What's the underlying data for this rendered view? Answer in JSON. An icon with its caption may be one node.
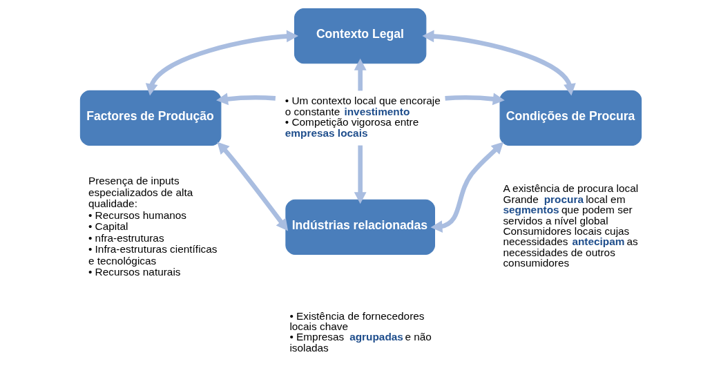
{
  "diagram": {
    "nodes": [
      {
        "text": [
          "Contexto Legal"
        ]
      },
      {
        "text": [
          "Factores de Produção"
        ],
        "beside": [
          "Presença de inputs especializados de alta qualidade:",
          "• Recursos humanos",
          "• Capital",
          "• nfra-estruturas",
          "• Infra-estruturas científicas e tecnológicas",
          "• Recursos naturais"
        ]
      },
      {
        "text": [
          "• Um contexto local que encoraje o constante **investimento**",
          "• Competição vigorosa entre **empresas locais**"
        ]
      },
      {
        "text": [
          "Condições de Procura"
        ],
        "beside": [
          "A existência de procura local",
          "Grande **procura** local em **segmentos** que podem ser servidos a nível global",
          "Consumidores locais cujas necessidades **antecipam** as necessidades de outros consumidores"
        ]
      },
      {
        "text": [
          "Indústrias relacionadas"
        ],
        "beside": [
          "• Existência de fornecedores locais chave",
          "• Empresas **agrupadas** e não isoladas"
        ]
      }
    ],
    "edges": [
      {
        "from": 1,
        "to": 0,
        "arrow": "both"
      },
      {
        "from": 0,
        "to": 3,
        "arrow": "both"
      },
      {
        "from": 1,
        "to": 4,
        "arrow": "both"
      },
      {
        "from": 4,
        "to": 3,
        "arrow": "both"
      },
      {
        "from": 2,
        "to": 0,
        "arrow": "to"
      },
      {
        "from": 2,
        "to": 1,
        "arrow": "to"
      },
      {
        "from": 2,
        "to": 3,
        "arrow": "to"
      },
      {
        "from": 2,
        "to": 4,
        "arrow": "to"
      }
    ]
  }
}
